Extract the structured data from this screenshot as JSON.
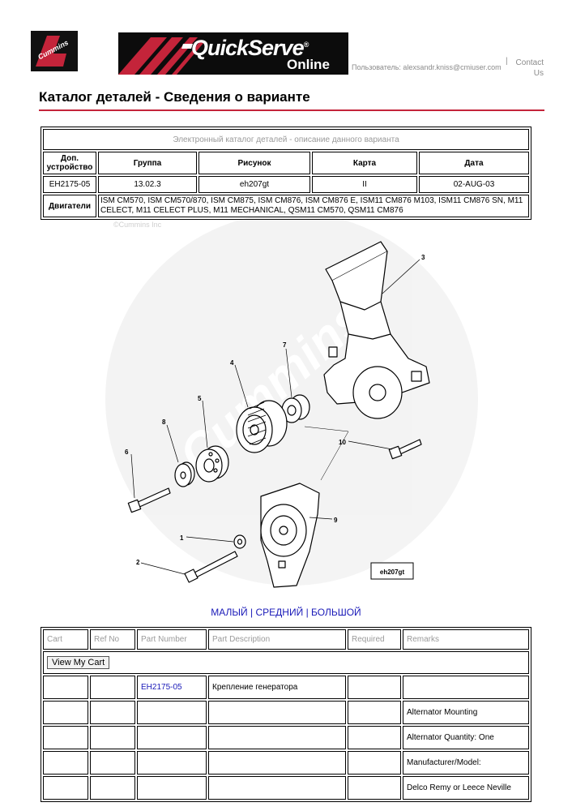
{
  "header": {
    "brand": "Cummins",
    "banner_title": "QuickServe",
    "banner_reg": "®",
    "banner_sub": "Online",
    "user_label": "Пользователь:",
    "user_email": "alexsandr.kniss@cmiuser.com",
    "separator": "|",
    "contact": "Contact Us"
  },
  "page_title": "Каталог деталей - Сведения о варианте",
  "info_table": {
    "caption": "Электронный каталог деталей - описание данного варианта",
    "headers": [
      "Доп. устройство",
      "Группа",
      "Рисунок",
      "Карта",
      "Дата"
    ],
    "row": [
      "EH2175-05",
      "13.02.3",
      "eh207gt",
      "II",
      "02-AUG-03"
    ],
    "engines_label": "Двигатели",
    "engines_value": "ISM CM570, ISM CM570/870, ISM CM875, ISM CM876, ISM CM876 E, ISM11 CM876 M103, ISM11 CM876 SN, M11 CELECT, M11 CELECT PLUS, M11 MECHANICAL, QSM11 CM570, QSM11 CM876"
  },
  "diagram": {
    "copyright": "©Cummins Inc",
    "watermark": "Cummins",
    "figure_label": "eh207gt",
    "callouts": [
      "1",
      "2",
      "3",
      "4",
      "5",
      "6",
      "7",
      "8",
      "9",
      "10"
    ]
  },
  "sizes": {
    "small": "МАЛЫЙ",
    "medium": "СРЕДНИЙ",
    "large": "БОЛЬШОЙ",
    "sep": "|"
  },
  "parts_table": {
    "headers": [
      "Cart",
      "Ref No",
      "Part Number",
      "Part Description",
      "Required",
      "Remarks"
    ],
    "view_cart": "View My Cart",
    "rows": [
      {
        "part_number": "EH2175-05",
        "description": "Крепление генератора",
        "remarks": ""
      },
      {
        "part_number": "",
        "description": "",
        "remarks": "Alternator Mounting"
      },
      {
        "part_number": "",
        "description": "",
        "remarks": "Alternator Quantity: One"
      },
      {
        "part_number": "",
        "description": "",
        "remarks": "Manufacturer/Model:"
      },
      {
        "part_number": "",
        "description": "",
        "remarks": "Delco Remy or Leece Neville"
      }
    ]
  },
  "colors": {
    "accent_rule": "#c4243a",
    "link": "#1a1ab8",
    "muted": "#9a9a9a"
  }
}
